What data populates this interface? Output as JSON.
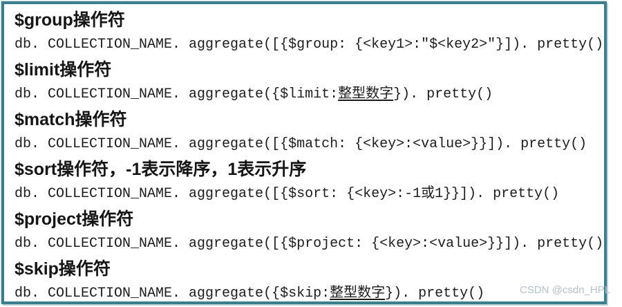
{
  "page": {
    "border_color": "#3b7e90",
    "text_color": "#1c1c1c",
    "watermark_color": "#b6c1ca",
    "watermark": "CSDN @csdn_HPL"
  },
  "sections": [
    {
      "heading": "$group操作符",
      "code_pre": "db. COLLECTION_NAME. aggregate([{$group: {<key1>:\"$<key2>\"}]). pretty()",
      "code_underline": "",
      "code_post": ""
    },
    {
      "heading": "$limit操作符",
      "code_pre": "db. COLLECTION_NAME. aggregate({$limit:",
      "code_underline": "整型数字",
      "code_post": "}). pretty()"
    },
    {
      "heading": "$match操作符",
      "code_pre": "db. COLLECTION_NAME. aggregate([{$match: {<key>:<value>}}]). pretty()",
      "code_underline": "",
      "code_post": ""
    },
    {
      "heading": "$sort操作符，-1表示降序，1表示升序",
      "code_pre": "db. COLLECTION_NAME. aggregate([{$sort: {<key>:-1或1}}]). pretty()",
      "code_underline": "",
      "code_post": ""
    },
    {
      "heading": "$project操作符",
      "code_pre": "db. COLLECTION_NAME. aggregate([{$project: {<key>:<value>}}]). pretty()",
      "code_underline": "",
      "code_post": ""
    },
    {
      "heading": "$skip操作符",
      "code_pre": "db. COLLECTION_NAME. aggregate({$skip:",
      "code_underline": "整型数字",
      "code_post": "}). pretty()"
    }
  ]
}
